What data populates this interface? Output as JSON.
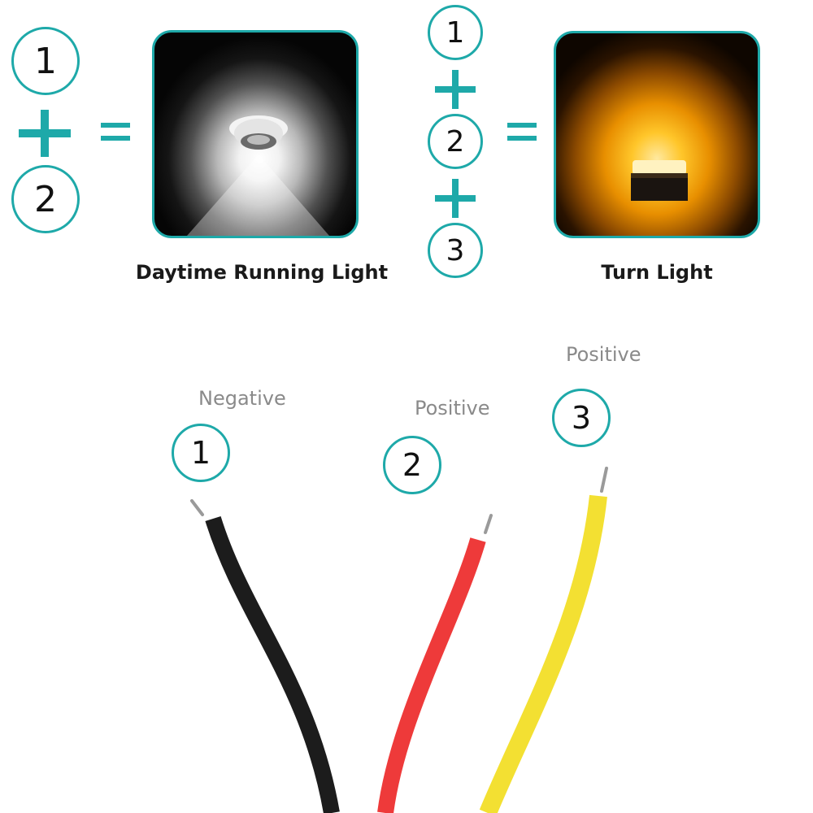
{
  "formula_drl": {
    "terms": [
      "1",
      "2"
    ],
    "caption": "Daytime Running Light"
  },
  "formula_turn": {
    "terms": [
      "1",
      "2",
      "3"
    ],
    "caption": "Turn Light"
  },
  "wires": [
    {
      "number": "1",
      "label": "Negative",
      "color": "#1c1c1c"
    },
    {
      "number": "2",
      "label": "Positive",
      "color": "#ee3a3a"
    },
    {
      "number": "3",
      "label": "Positive",
      "color": "#f3e032"
    }
  ],
  "colors": {
    "accent": "#1ea9a9",
    "drl_glow": "#ffffff",
    "turn_glow": "#ffb000"
  }
}
